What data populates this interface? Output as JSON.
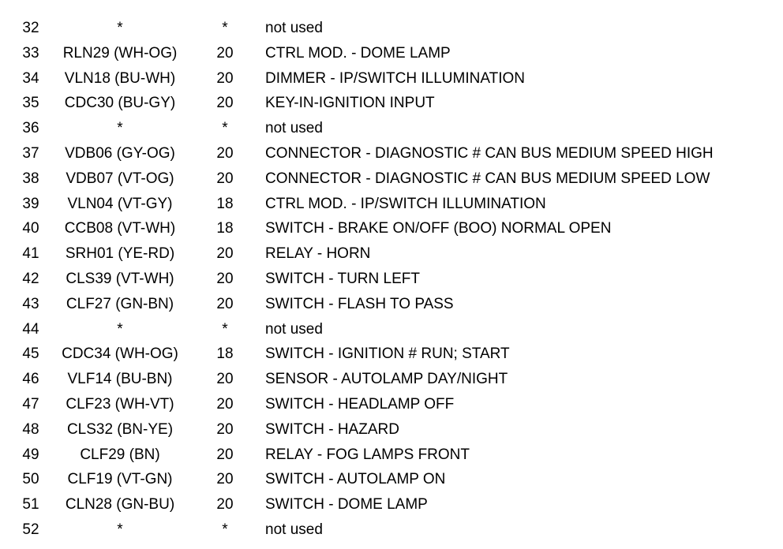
{
  "rows": [
    {
      "pin": "32",
      "circuit": "*",
      "gauge": "*",
      "function": "not used"
    },
    {
      "pin": "33",
      "circuit": "RLN29 (WH-OG)",
      "gauge": "20",
      "function": "CTRL MOD. - DOME LAMP"
    },
    {
      "pin": "34",
      "circuit": "VLN18 (BU-WH)",
      "gauge": "20",
      "function": "DIMMER - IP/SWITCH ILLUMINATION"
    },
    {
      "pin": "35",
      "circuit": "CDC30 (BU-GY)",
      "gauge": "20",
      "function": "KEY-IN-IGNITION INPUT"
    },
    {
      "pin": "36",
      "circuit": "*",
      "gauge": "*",
      "function": "not used"
    },
    {
      "pin": "37",
      "circuit": "VDB06 (GY-OG)",
      "gauge": "20",
      "function": "CONNECTOR - DIAGNOSTIC # CAN BUS MEDIUM SPEED HIGH"
    },
    {
      "pin": "38",
      "circuit": "VDB07 (VT-OG)",
      "gauge": "20",
      "function": "CONNECTOR - DIAGNOSTIC # CAN BUS MEDIUM SPEED LOW"
    },
    {
      "pin": "39",
      "circuit": "VLN04 (VT-GY)",
      "gauge": "18",
      "function": "CTRL MOD. - IP/SWITCH ILLUMINATION"
    },
    {
      "pin": "40",
      "circuit": "CCB08 (VT-WH)",
      "gauge": "18",
      "function": "SWITCH - BRAKE ON/OFF (BOO) NORMAL OPEN"
    },
    {
      "pin": "41",
      "circuit": "SRH01 (YE-RD)",
      "gauge": "20",
      "function": "RELAY - HORN"
    },
    {
      "pin": "42",
      "circuit": "CLS39 (VT-WH)",
      "gauge": "20",
      "function": "SWITCH - TURN LEFT"
    },
    {
      "pin": "43",
      "circuit": "CLF27 (GN-BN)",
      "gauge": "20",
      "function": "SWITCH - FLASH TO PASS"
    },
    {
      "pin": "44",
      "circuit": "*",
      "gauge": "*",
      "function": "not used"
    },
    {
      "pin": "45",
      "circuit": "CDC34 (WH-OG)",
      "gauge": "18",
      "function": "SWITCH - IGNITION # RUN; START"
    },
    {
      "pin": "46",
      "circuit": "VLF14 (BU-BN)",
      "gauge": "20",
      "function": "SENSOR - AUTOLAMP DAY/NIGHT"
    },
    {
      "pin": "47",
      "circuit": "CLF23 (WH-VT)",
      "gauge": "20",
      "function": "SWITCH - HEADLAMP OFF"
    },
    {
      "pin": "48",
      "circuit": "CLS32 (BN-YE)",
      "gauge": "20",
      "function": "SWITCH - HAZARD"
    },
    {
      "pin": "49",
      "circuit": "CLF29 (BN)",
      "gauge": "20",
      "function": "RELAY - FOG LAMPS FRONT"
    },
    {
      "pin": "50",
      "circuit": "CLF19 (VT-GN)",
      "gauge": "20",
      "function": "SWITCH - AUTOLAMP ON"
    },
    {
      "pin": "51",
      "circuit": "CLN28 (GN-BU)",
      "gauge": "20",
      "function": "SWITCH - DOME LAMP"
    },
    {
      "pin": "52",
      "circuit": "*",
      "gauge": "*",
      "function": "not used"
    }
  ]
}
